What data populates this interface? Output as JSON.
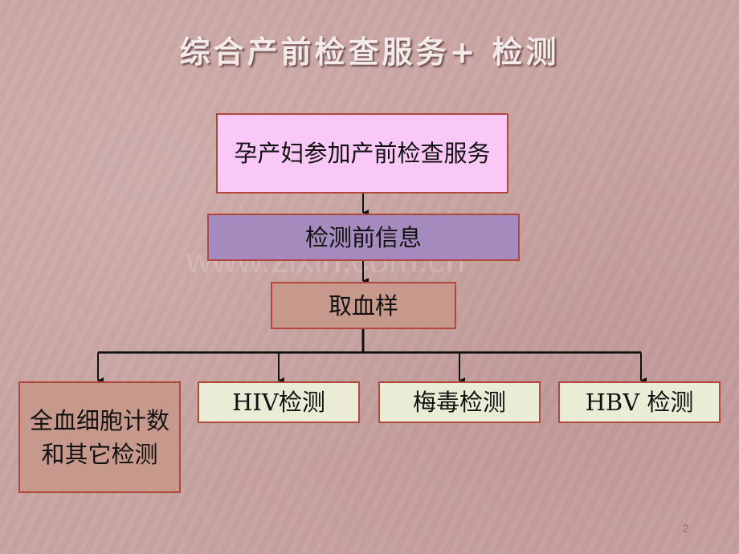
{
  "title": "综合产前检查服务+ 检测",
  "watermark": "www.zixin.com.cn",
  "boxes": {
    "pregnant": "孕产妇参加产前检查服务",
    "pretest": "检测前信息",
    "sample": "取血样",
    "cbc": "全血细胞计数和其它检测",
    "hiv": "HIV检测",
    "syphilis": "梅毒检测",
    "hbv": "HBV 检测"
  },
  "page_number": "2",
  "colors": {
    "background": "#c9a4a2",
    "box_border": "#b0483e",
    "pink_box": "#f9c8f6",
    "purple_box": "#a58bbd",
    "brown_box": "#c6998c",
    "cream_box": "#ebecd6"
  }
}
